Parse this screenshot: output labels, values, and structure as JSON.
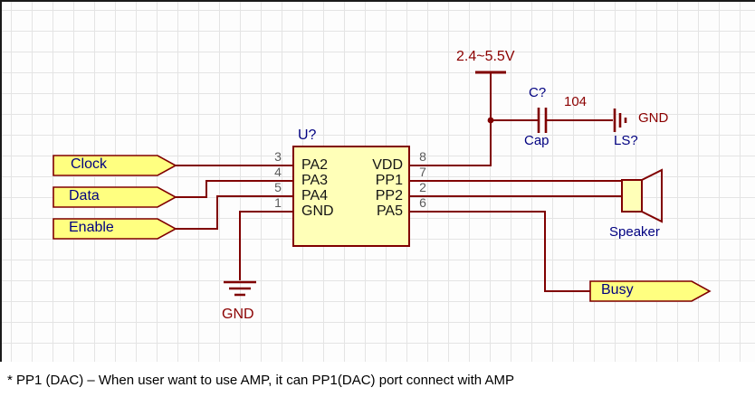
{
  "colors": {
    "wire": "#800000",
    "chip_fill": "#FFFFB8",
    "port_fill": "#FFFF80",
    "designator_text": "#000080",
    "power_text": "#8B0000",
    "pin_number_text": "#5a5a5a",
    "pin_name_text": "#141414",
    "grid_line": "#e4e4e4"
  },
  "chip": {
    "designator": "U?",
    "rows": [
      {
        "left_num": "3",
        "left_name": "PA2",
        "right_name": "VDD",
        "right_num": "8"
      },
      {
        "left_num": "4",
        "left_name": "PA3",
        "right_name": "PP1",
        "right_num": "7"
      },
      {
        "left_num": "5",
        "left_name": "PA4",
        "right_name": "PP2",
        "right_num": "2"
      },
      {
        "left_num": "1",
        "left_name": "GND",
        "right_name": "PA5",
        "right_num": "6"
      }
    ]
  },
  "ports": {
    "clock": "Clock",
    "data": "Data",
    "enable": "Enable",
    "busy": "Busy"
  },
  "power_rail": {
    "label": "2.4~5.5V"
  },
  "capacitor": {
    "designator": "C?",
    "value": "104",
    "type_label": "Cap"
  },
  "speaker": {
    "designator": "LS?",
    "type_label": "Speaker"
  },
  "ground_top": {
    "label": "GND"
  },
  "ground_bottom": {
    "label": "GND"
  },
  "footer": {
    "note": "* PP1 (DAC) – When user want to use AMP, it can PP1(DAC) port connect with AMP"
  }
}
